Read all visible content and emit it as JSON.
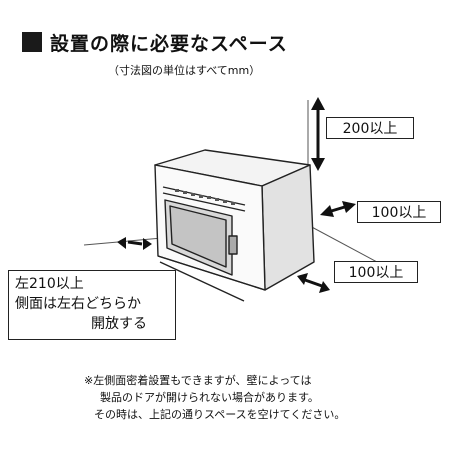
{
  "title": "設置の際に必要なスペース",
  "subtitle": "（寸法図の単位はすべてmm）",
  "dimensions": {
    "top": "200以上",
    "right": "100以上",
    "front": "100以上"
  },
  "left_side": {
    "line1": "左210以上",
    "line2": "側面は左右どちらか",
    "line3": "開放する"
  },
  "note": {
    "line1": "※左側面密着設置もできますが、壁によっては",
    "line2": "製品のドアが開けられない場合があります。",
    "line3": "その時は、上記の通りスペースを空けてください。"
  }
}
